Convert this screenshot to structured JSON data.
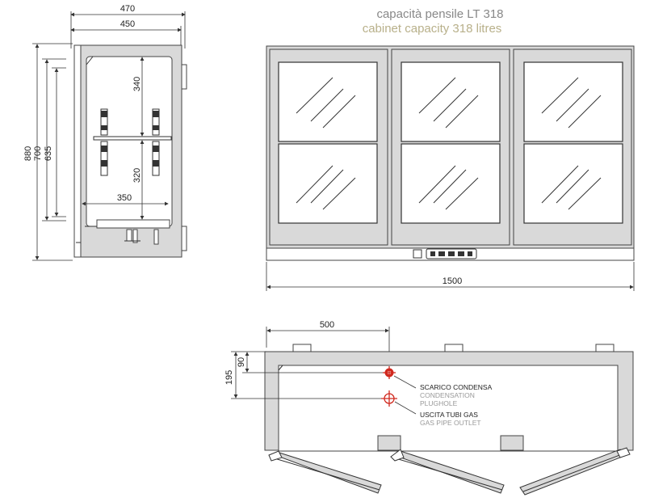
{
  "title": {
    "main": "capacità pensile LT 318",
    "sub": "cabinet capacity 318 litres"
  },
  "side_view": {
    "dims": {
      "w_outer": "470",
      "w_inner": "450",
      "h_total": "880",
      "h_700": "700",
      "h_635": "635",
      "h_340": "340",
      "h_320": "320",
      "d_350": "350"
    }
  },
  "front_view": {
    "width_label": "1500",
    "door_count": 3
  },
  "plan_view": {
    "dims": {
      "d_500": "500",
      "d_195": "195",
      "d_90": "90"
    },
    "notes": [
      {
        "main": "SCARICO CONDENSA",
        "sub1": "CONDENSATION",
        "sub2": "PLUGHOLE"
      },
      {
        "main": "USCITA TUBI GAS",
        "sub1": "GAS PIPE OUTLET",
        "sub2": ""
      }
    ]
  },
  "colors": {
    "body_fill": "#d9d9d9",
    "marker_red": "#d0281e",
    "title_grey": "#888888",
    "title_gold": "#b8b08a"
  }
}
